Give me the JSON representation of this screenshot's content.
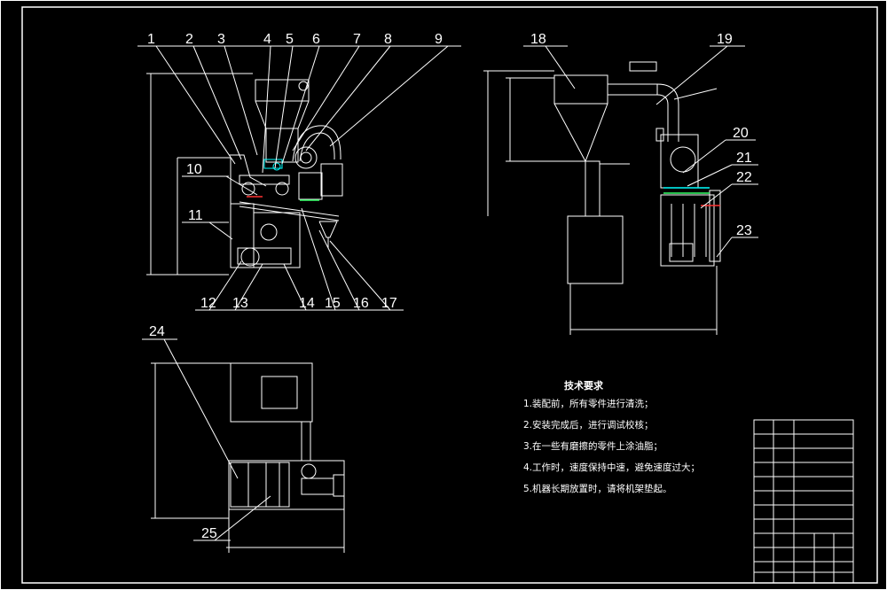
{
  "callouts": [
    "1",
    "2",
    "3",
    "4",
    "5",
    "6",
    "7",
    "8",
    "9",
    "10",
    "11",
    "12",
    "13",
    "14",
    "15",
    "16",
    "17",
    "18",
    "19",
    "20",
    "21",
    "22",
    "23",
    "24",
    "25"
  ],
  "tech_requirements": {
    "title": "技术要求",
    "items": [
      "1.装配前，所有零件进行清洗；",
      "2.安装完成后，进行调试校核；",
      "3.在一些有磨擦的零件上涂油脂；",
      "4.工作时，速度保持中速，避免速度过大；",
      "5.机器长期放置时，请将机架垫起。"
    ]
  },
  "colors": {
    "background": "#000000",
    "line": "#ffffff",
    "highlight": "#00ffff",
    "accent_red": "#ff3333",
    "accent_green": "#33ff66"
  }
}
